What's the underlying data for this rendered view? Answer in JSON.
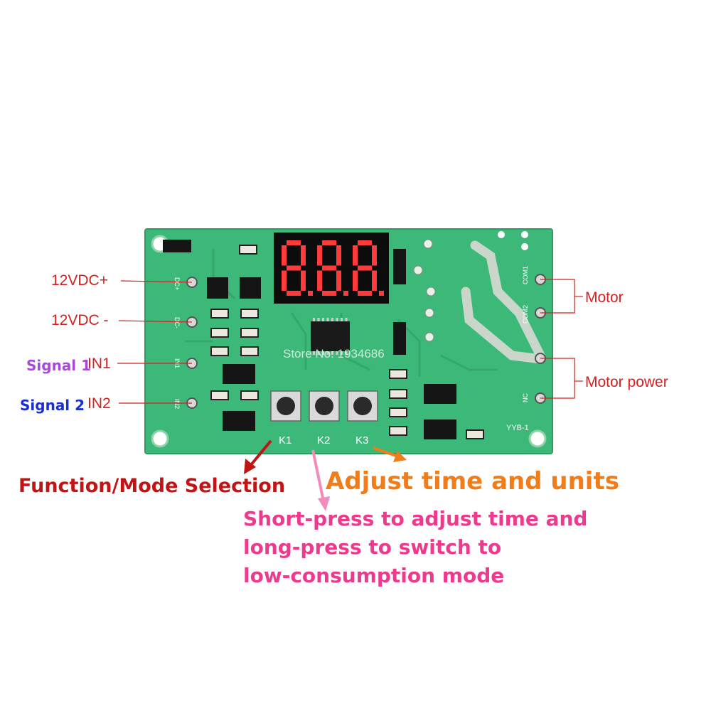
{
  "board": {
    "display": "8.8.8",
    "buttons": [
      "K1",
      "K2",
      "K3"
    ],
    "terminal_silk_left": [
      "DC+",
      "DC-",
      "IN1",
      "IN2"
    ],
    "terminal_silk_right": [
      "COM1",
      "COM2",
      "NC"
    ],
    "model": "YYB-1",
    "watermark": "Store No: 1934686"
  },
  "left_labels": {
    "power_plus": "12VDC+",
    "power_minus": "12VDC -",
    "signal1": "Signal 1",
    "in1": "IN1",
    "signal2": "Signal 2",
    "in2": "IN2"
  },
  "right_labels": {
    "motor": "Motor",
    "motor_power": "Motor power"
  },
  "callouts": {
    "function_mode": "Function/Mode Selection",
    "adjust": "Adjust time and units",
    "short_press_lines": [
      "Short-press to adjust time and",
      "long-press to switch to",
      "low-consumption mode"
    ]
  },
  "colors": {
    "pcb_green": "#3cb878",
    "label_red": "#d61f1f",
    "signal1_purple": "#a64bd8",
    "signal2_blue": "#1a2fd0",
    "callout_darkred": "#c11515",
    "callout_orange": "#f07d1a",
    "callout_pink": "#ee3a8c"
  }
}
